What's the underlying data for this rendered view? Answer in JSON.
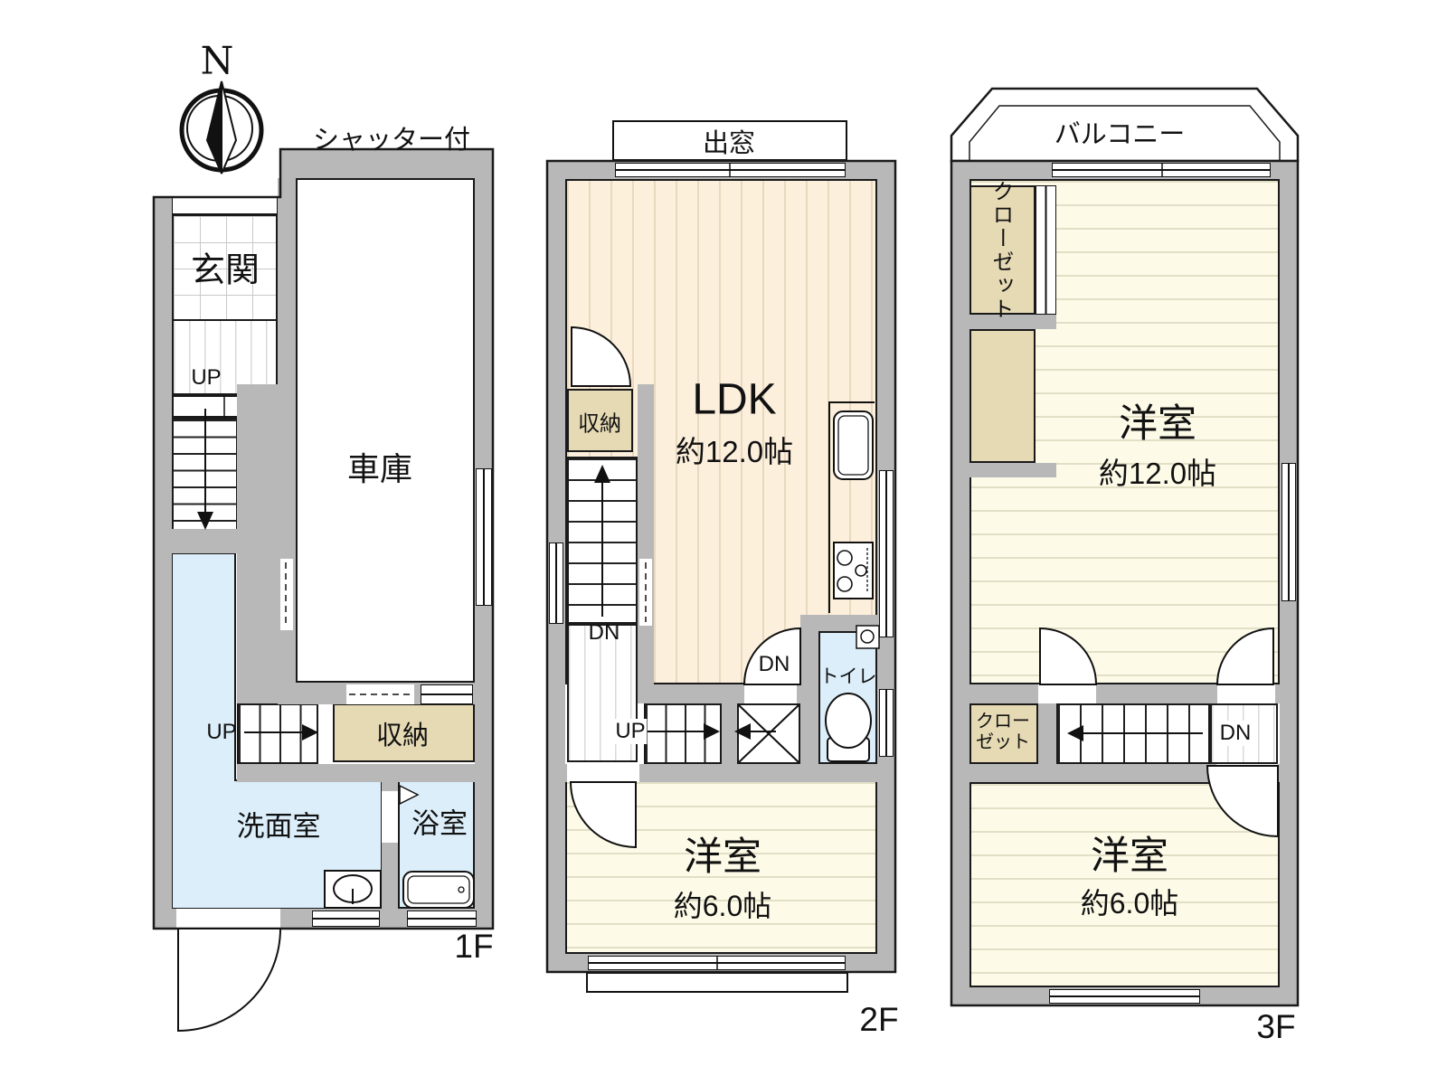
{
  "colors": {
    "wall": "#b8b8b8",
    "outline": "#1a1a1a",
    "ldk_floor": "#fcefdc",
    "western_room_floor": "#fdfbe8",
    "wet_area": "#dceefa",
    "closet": "#e6dab4"
  },
  "compass": {
    "north_label": "N"
  },
  "floor1": {
    "floor_label": "1F",
    "shutter_note": "シャッター付",
    "entrance": "玄関",
    "stairs_up_hall": "UP",
    "garage": "車庫",
    "stairs_up_mid": "UP",
    "storage": "収納",
    "washroom": "洗面室",
    "bathroom": "浴室"
  },
  "floor2": {
    "floor_label": "2F",
    "bay_window": "出窓",
    "ldk": "LDK",
    "ldk_area": "約12.0帖",
    "storage": "収納",
    "stairs_down": "DN",
    "stairs_up": "UP",
    "door_down": "DN",
    "toilet": "トイレ",
    "western_room": "洋室",
    "western_room_area": "約6.0帖"
  },
  "floor3": {
    "floor_label": "3F",
    "balcony": "バルコニー",
    "closet_upper_line1": "クロー",
    "closet_upper_line2": "ゼット",
    "western_room_large": "洋室",
    "western_room_large_area": "約12.0帖",
    "closet_lower_line1": "クロー",
    "closet_lower_line2": "ゼット",
    "stairs_down": "DN",
    "western_room_small": "洋室",
    "western_room_small_area": "約6.0帖"
  }
}
